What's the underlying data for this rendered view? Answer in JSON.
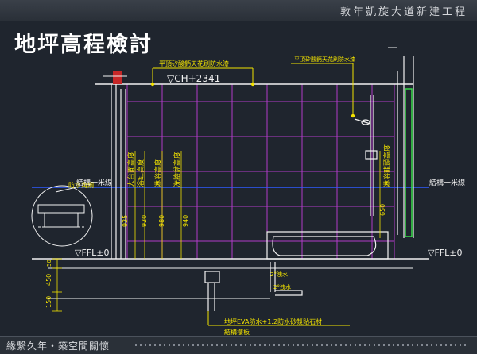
{
  "header": {
    "project": "敦年凱旋大道新建工程"
  },
  "title": "地坪高程檢討",
  "drawing": {
    "ceiling_note_left": "平頂矽酸鈣天花刷防水漆",
    "ceiling_note_right": "平頂矽酸鈣天花刷防水漆",
    "ceiling_level": "▽CH+2341",
    "struct_line_left": "結構一米線",
    "struct_line_right": "結構一米線",
    "waterproof_corner": "防水角鋼",
    "ffl_left": "▽FFL±0",
    "ffl_right": "▽FFL±0",
    "v_labels": [
      "大台面高度",
      "浴缸高度",
      "淋浴高度",
      "洗臉盆高度"
    ],
    "v_label_right": "淋浴龍頭高度",
    "dims_under": [
      "925",
      "920",
      "980",
      "940"
    ],
    "dim_right": "650",
    "dims_left": [
      "50",
      "450",
      "150"
    ],
    "slope_notes": [
      "2°洩水",
      "2°洩水"
    ],
    "bottom_note_1": "地坪EVA防水+1:2防水砂漿貼石材",
    "bottom_note_2": "結構樓板"
  },
  "footer": {
    "slogan": "緣繫久年・築空間關懷"
  },
  "colors": {
    "background": "#1f252e",
    "grid": "#b03cc8",
    "annotation": "#f2e200",
    "wall": "#f2f2f2",
    "struct": "#2f5bff",
    "fixture": "#39d94a"
  }
}
